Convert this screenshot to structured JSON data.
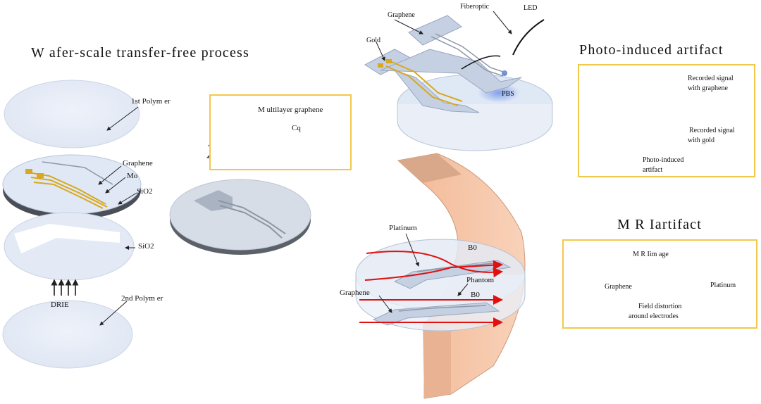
{
  "left": {
    "title": "W afer-scale transfer-free process",
    "polymer1": "1st Polym er",
    "graphene": "Graphene",
    "mo": "Mo",
    "sio2_a": "SiO2",
    "sio2_b": "SiO2",
    "drie": "DRIE",
    "polymer2": "2nd Polym er",
    "multilayer": "M ultilayer graphene",
    "cq": "Cq"
  },
  "top": {
    "graphene": "Graphene",
    "gold": "Gold",
    "fiberoptic": "Fiberoptic",
    "led": "LED",
    "pbs": "PBS"
  },
  "photo": {
    "title": "Photo-induced artifact",
    "recorded_graphene_1": "Recorded signal",
    "recorded_graphene_2": "with graphene",
    "recorded_gold_1": "Recorded signal",
    "recorded_gold_2": "with gold",
    "artifact_1": "Photo-induced",
    "artifact_2": "artifact"
  },
  "mri": {
    "platinum": "Platinum",
    "graphene": "Graphene",
    "b0_top": "B0",
    "b0_bottom": "B0",
    "phantom": "Phantom",
    "title": "M R Iartifact",
    "image_label": "M R Iim age",
    "img_graphene": "Graphene",
    "img_platinum": "Platinum",
    "distortion_1": "Field distortion",
    "distortion_2": "around electrodes"
  },
  "colors": {
    "highlight_box": "#f2c84b",
    "signal_green": "#2e9a3e",
    "field_red": "#e01010",
    "magnet": "#f6c3a3",
    "gold": "#d9a820"
  }
}
